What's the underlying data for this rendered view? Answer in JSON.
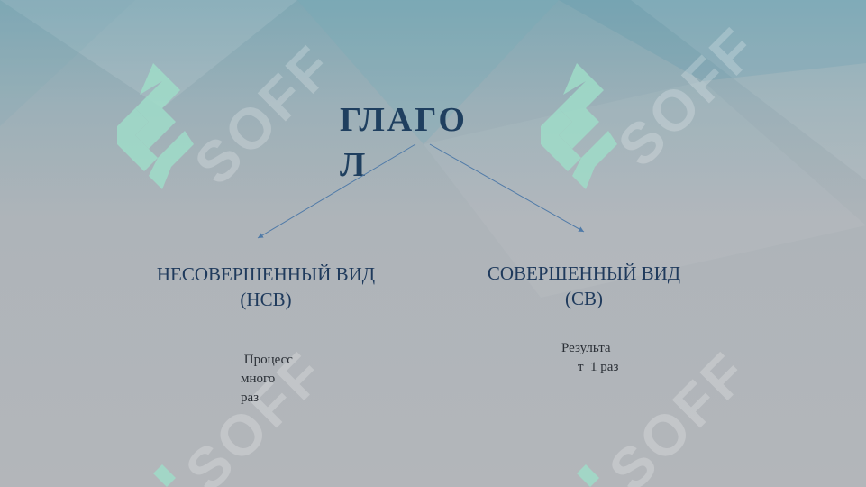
{
  "diagram": {
    "title": "ГЛАГОЛ",
    "branches": [
      {
        "label_line1": "НЕСОВЕРШЕННЫЙ ВИД",
        "label_line2": "(НСВ)",
        "note_lines": [
          " Процесс",
          "много",
          "раз"
        ]
      },
      {
        "label_line1": "СОВЕРШЕННЫЙ ВИД",
        "label_line2": "(СВ)",
        "note_lines": [
          "Результа",
          "т  1 раз"
        ]
      }
    ]
  },
  "watermark": {
    "text": "SOFF",
    "color": "#9fdcc8"
  },
  "colors": {
    "title": "#1f3f5f",
    "branch": "#1f3a5c",
    "arrow": "#4f7aa8",
    "note": "#2a2f36"
  }
}
